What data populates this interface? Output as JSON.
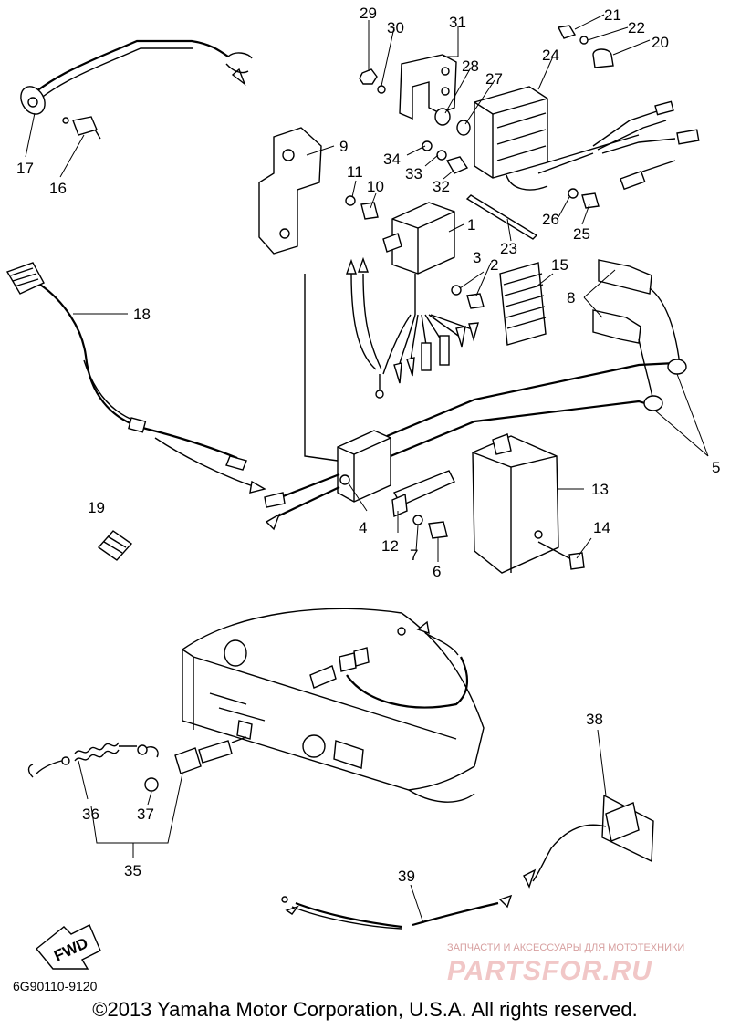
{
  "callouts": {
    "c1": "1",
    "c2": "2",
    "c3": "3",
    "c4": "4",
    "c5": "5",
    "c6": "6",
    "c7": "7",
    "c8": "8",
    "c9": "9",
    "c10": "10",
    "c11": "11",
    "c12": "12",
    "c13": "13",
    "c14": "14",
    "c15": "15",
    "c16": "16",
    "c17": "17",
    "c18": "18",
    "c19": "19",
    "c20": "20",
    "c21": "21",
    "c22": "22",
    "c23": "23",
    "c24": "24",
    "c25": "25",
    "c26": "26",
    "c27": "27",
    "c28": "28",
    "c29": "29",
    "c30": "30",
    "c31": "31",
    "c32": "32",
    "c33": "33",
    "c34": "34",
    "c35": "35",
    "c36": "36",
    "c37": "37",
    "c38": "38",
    "c39": "39"
  },
  "fwd_label": "FWD",
  "part_code": "6G90110-9120",
  "watermark": {
    "tagline": "ЗАПЧАСТИ И АКСЕССУАРЫ ДЛЯ МОТОТЕХНИКИ",
    "brand": "PARTSFOR.RU"
  },
  "copyright": "©2013 Yamaha Motor Corporation, U.S.A. All rights reserved."
}
